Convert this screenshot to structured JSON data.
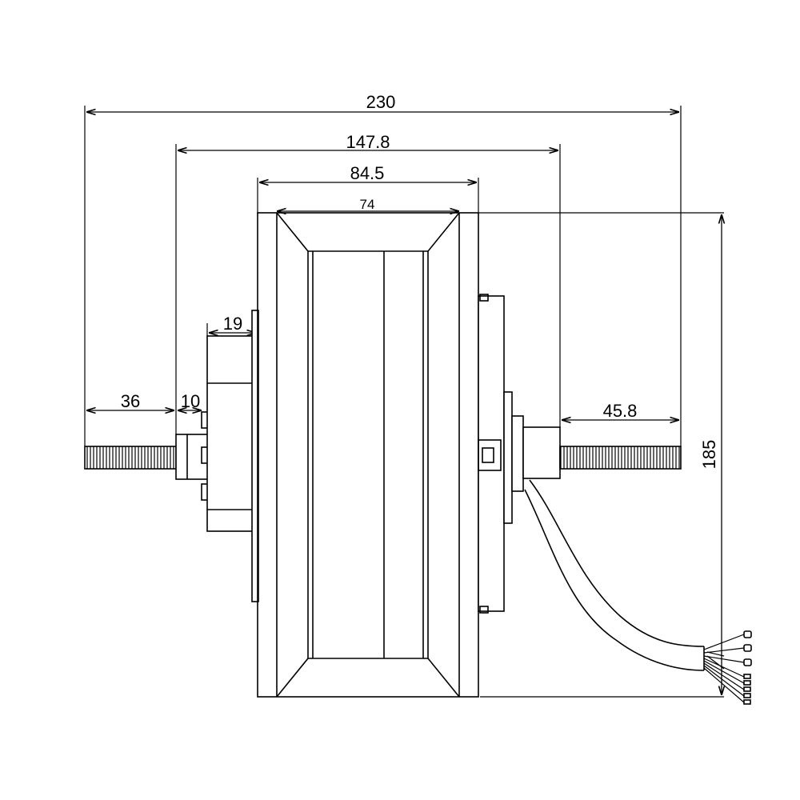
{
  "dimensions": {
    "overall_length": "230",
    "hub_mount_width": "147.8",
    "rim_outer_width": "84.5",
    "rim_inner_width": "74",
    "left_flange": "19",
    "left_axle": "36",
    "left_shoulder": "10",
    "right_axle": "45.8",
    "diameter": "185"
  }
}
